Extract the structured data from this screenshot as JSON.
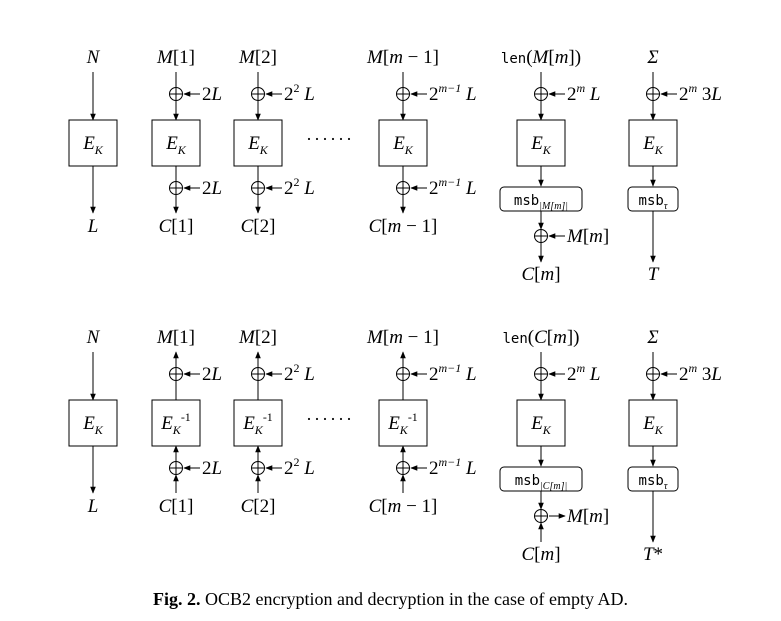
{
  "caption": {
    "prefix": "Fig. 2.",
    "text": "OCB2 encryption and decryption in the case of empty AD."
  },
  "diagrams": [
    {
      "mode": "encryption",
      "columns": [
        {
          "input": "N",
          "box": "E_K",
          "output": "L"
        },
        {
          "input": "M[1]",
          "mask_top": "2L",
          "box": "E_K",
          "mask_bottom": "2L",
          "output": "C[1]"
        },
        {
          "input": "M[2]",
          "mask_top": "2^2 L",
          "box": "E_K",
          "mask_bottom": "2^2 L",
          "output": "C[2]"
        },
        {
          "ellipsis": "······"
        },
        {
          "input": "M[m − 1]",
          "mask_top": "2^{m−1} L",
          "box": "E_K",
          "mask_bottom": "2^{m−1} L",
          "output": "C[m − 1]"
        },
        {
          "input": "len(M[m])",
          "mask_top": "2^m L",
          "box": "E_K",
          "truncate": "msb_|M[m]|",
          "xor_in": "M[m]",
          "output": "C[m]"
        },
        {
          "input": "Σ",
          "mask_top": "2^m 3L",
          "box": "E_K",
          "truncate": "msb_τ",
          "output": "T"
        }
      ]
    },
    {
      "mode": "decryption",
      "columns": [
        {
          "input": "N",
          "box": "E_K",
          "output": "L"
        },
        {
          "output_top": "M[1]",
          "mask_top": "2L",
          "box": "E_K^{-1}",
          "mask_bottom": "2L",
          "input_bottom": "C[1]"
        },
        {
          "output_top": "M[2]",
          "mask_top": "2^2 L",
          "box": "E_K^{-1}",
          "mask_bottom": "2^2 L",
          "input_bottom": "C[2]"
        },
        {
          "ellipsis": "······"
        },
        {
          "output_top": "M[m − 1]",
          "mask_top": "2^{m−1} L",
          "box": "E_K^{-1}",
          "mask_bottom": "2^{m−1} L",
          "input_bottom": "C[m − 1]"
        },
        {
          "input": "len(C[m])",
          "mask_top": "2^m L",
          "box": "E_K",
          "truncate": "msb_|C[m]|",
          "xor_out": "M[m]",
          "input_bottom": "C[m]"
        },
        {
          "input": "Σ",
          "mask_top": "2^m 3L",
          "box": "E_K",
          "truncate": "msb_τ",
          "output": "T*"
        }
      ]
    }
  ]
}
